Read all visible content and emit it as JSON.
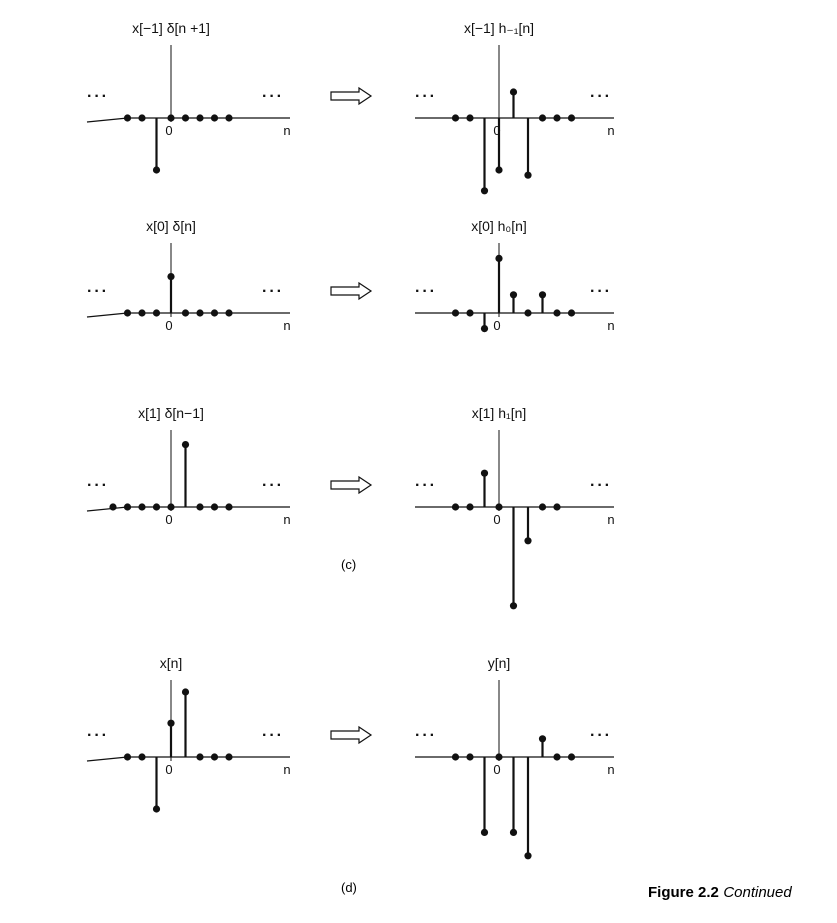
{
  "caption": {
    "label": "Figure 2.2",
    "text": "Continued"
  },
  "panel_labels": [
    "(c)",
    "(d)"
  ],
  "arrow_icon": "right-hollow-arrow-icon",
  "chart_data": [
    {
      "type": "stem",
      "row": 0,
      "side": "left",
      "title": "x[−1] δ[n +1]",
      "xlabel": "n",
      "zero_tick": "0",
      "ellipsis": "···",
      "x": [
        -3,
        -2,
        -1,
        0,
        1,
        2,
        3,
        4
      ],
      "y": [
        0,
        0,
        -1.0,
        0,
        0,
        0,
        0,
        0
      ]
    },
    {
      "type": "stem",
      "row": 0,
      "side": "right",
      "title": "x[−1] h₋₁[n]",
      "xlabel": "n",
      "zero_tick": "0",
      "ellipsis": "···",
      "x": [
        -3,
        -2,
        -1,
        0,
        1,
        2,
        3,
        4,
        5
      ],
      "y": [
        0,
        0,
        -1.4,
        -1.0,
        0.5,
        -1.1,
        0,
        0,
        0
      ]
    },
    {
      "type": "stem",
      "row": 1,
      "side": "left",
      "title": "x[0] δ[n]",
      "xlabel": "n",
      "zero_tick": "0",
      "ellipsis": "···",
      "x": [
        -3,
        -2,
        -1,
        0,
        1,
        2,
        3,
        4
      ],
      "y": [
        0,
        0,
        0,
        0.7,
        0,
        0,
        0,
        0
      ]
    },
    {
      "type": "stem",
      "row": 1,
      "side": "right",
      "title": "x[0] h₀[n]",
      "xlabel": "n",
      "zero_tick": "0",
      "ellipsis": "···",
      "x": [
        -3,
        -2,
        -1,
        0,
        1,
        2,
        3,
        4,
        5
      ],
      "y": [
        0,
        0,
        -0.3,
        1.05,
        0.35,
        0,
        0.35,
        0,
        0
      ]
    },
    {
      "type": "stem",
      "row": 2,
      "side": "left",
      "title": "x[1] δ[n−1]",
      "xlabel": "n",
      "zero_tick": "0",
      "ellipsis": "···",
      "x": [
        -4,
        -3,
        -2,
        -1,
        0,
        1,
        2,
        3,
        4
      ],
      "y": [
        0,
        0,
        0,
        0,
        0,
        1.2,
        0,
        0,
        0
      ]
    },
    {
      "type": "stem",
      "row": 2,
      "side": "right",
      "title": "x[1] h₁[n]",
      "xlabel": "n",
      "zero_tick": "0",
      "ellipsis": "···",
      "x": [
        -3,
        -2,
        -1,
        0,
        1,
        2,
        3,
        4
      ],
      "y": [
        0,
        0,
        0.65,
        0,
        -1.9,
        -0.65,
        0,
        0
      ]
    },
    {
      "type": "stem",
      "row": 3,
      "side": "left",
      "title": "x[n]",
      "xlabel": "n",
      "zero_tick": "0",
      "ellipsis": "···",
      "x": [
        -3,
        -2,
        -1,
        0,
        1,
        2,
        3,
        4
      ],
      "y": [
        0,
        0,
        -1.0,
        0.65,
        1.25,
        0,
        0,
        0
      ]
    },
    {
      "type": "stem",
      "row": 3,
      "side": "right",
      "title": "y[n]",
      "xlabel": "n",
      "zero_tick": "0",
      "ellipsis": "···",
      "x": [
        -3,
        -2,
        -1,
        0,
        1,
        2,
        3,
        4,
        5
      ],
      "y": [
        0,
        0,
        -1.45,
        0,
        -1.45,
        -1.9,
        0.35,
        0,
        0
      ]
    }
  ]
}
